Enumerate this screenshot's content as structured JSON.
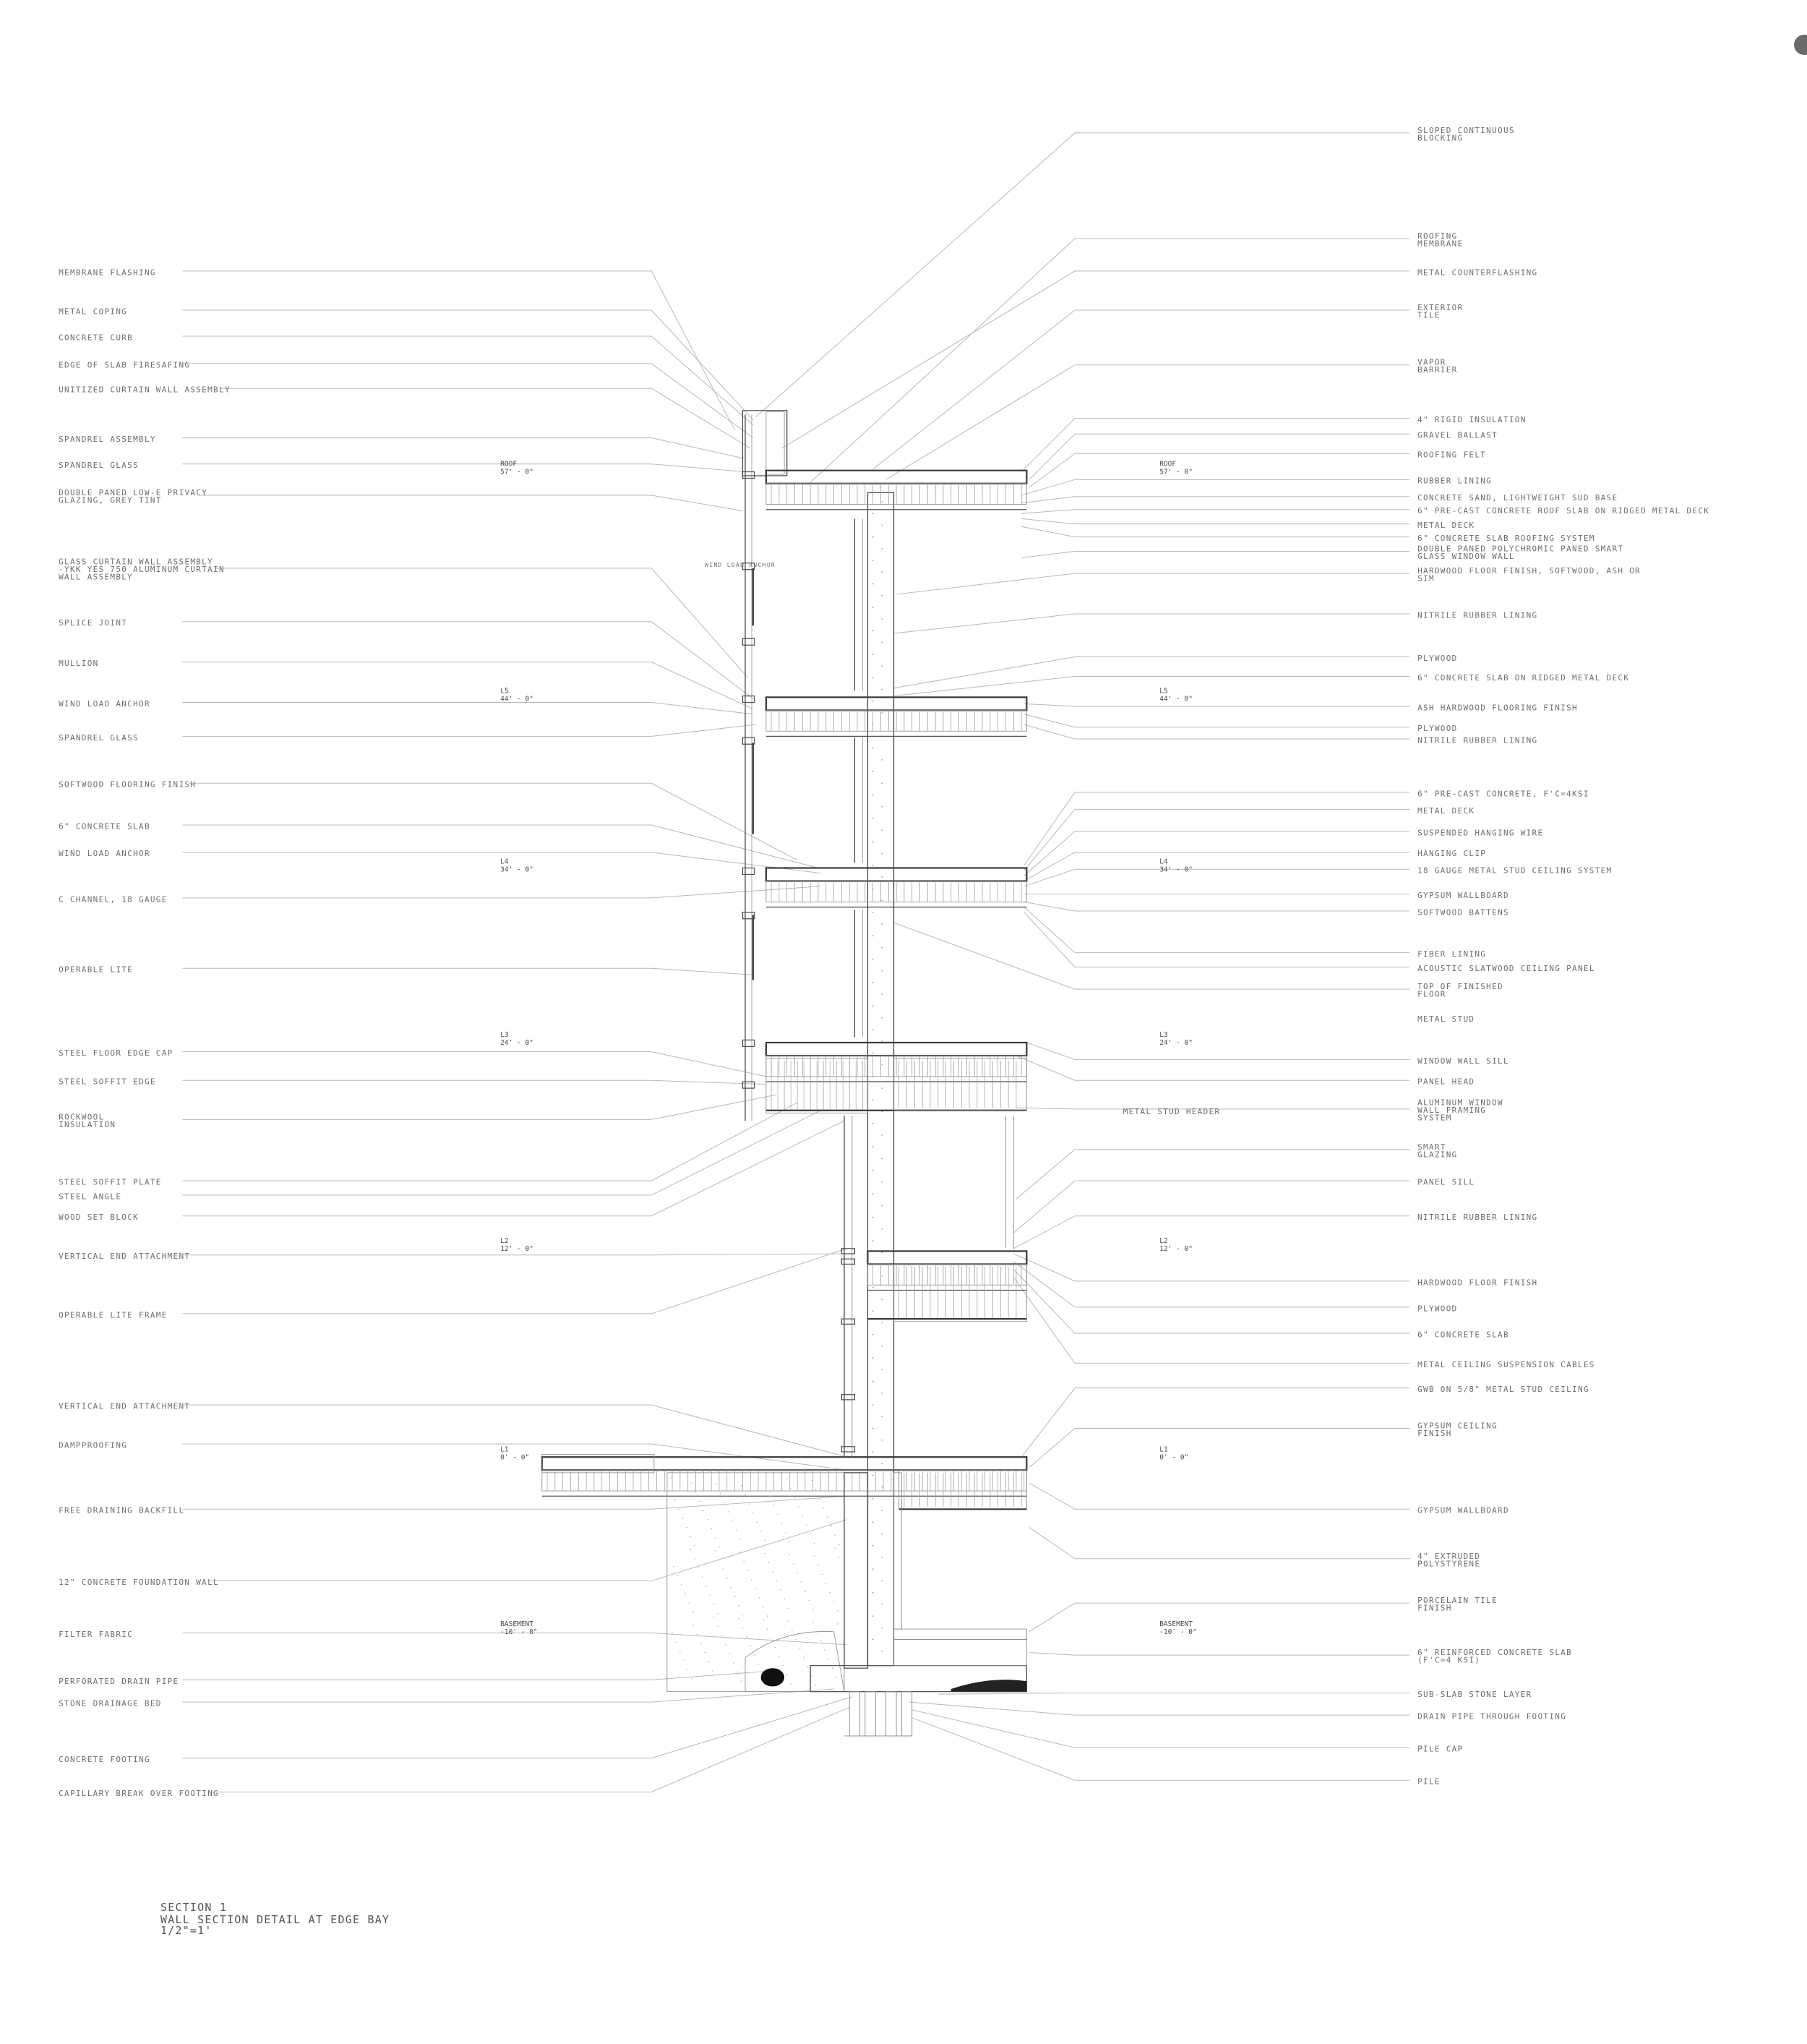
{
  "labels_left": [
    {
      "id": "membrane-flashing",
      "text": "MEMBRANE FLASHING"
    },
    {
      "id": "metal-coping",
      "text": "METAL COPING"
    },
    {
      "id": "concrete-curb",
      "text": "CONCRETE CURB"
    },
    {
      "id": "edge-of-slab-firesafing",
      "text": "EDGE OF SLAB FIRESAFING"
    },
    {
      "id": "unitized-curtain-wall",
      "text": "UNITIZED CURTAIN WALL ASSEMBLY"
    },
    {
      "id": "spandrel-assembly",
      "text": "SPANDREL ASSEMBLY"
    },
    {
      "id": "spandrel-glass-1",
      "text": "SPANDREL GLASS"
    },
    {
      "id": "double-paned-low-e",
      "text": "DOUBLE PANED LOW-E PRIVACY\nGLAZING, GREY TINT"
    },
    {
      "id": "glass-curtain-wall",
      "text": "GLASS CURTAIN WALL ASSEMBLY\n-YKK YES 750 ALUMINUM CURTAIN\nWALL ASSEMBLY"
    },
    {
      "id": "splice-joint",
      "text": "SPLICE JOINT"
    },
    {
      "id": "mullion",
      "text": "MULLION"
    },
    {
      "id": "wind-load-anchor-1",
      "text": "WIND LOAD ANCHOR"
    },
    {
      "id": "spandrel-glass-2",
      "text": "SPANDREL GLASS"
    },
    {
      "id": "softwood-flooring-finish",
      "text": "SOFTWOOD FLOORING FINISH"
    },
    {
      "id": "concrete-slab-6-left",
      "text": "6\" CONCRETE SLAB"
    },
    {
      "id": "wind-load-anchor-2",
      "text": "WIND LOAD ANCHOR"
    },
    {
      "id": "c-channel",
      "text": "C CHANNEL, 18 GAUGE"
    },
    {
      "id": "operable-lite",
      "text": "OPERABLE LITE"
    },
    {
      "id": "steel-floor-edge-cap",
      "text": "STEEL FLOOR EDGE CAP"
    },
    {
      "id": "steel-soffit-edge",
      "text": "STEEL SOFFIT EDGE"
    },
    {
      "id": "rockwool-insulation",
      "text": "ROCKWOOL\nINSULATION"
    },
    {
      "id": "steel-soffit-plate",
      "text": "STEEL SOFFIT PLATE"
    },
    {
      "id": "steel-angle",
      "text": "STEEL ANGLE"
    },
    {
      "id": "wood-set-block",
      "text": "WOOD SET BLOCK"
    },
    {
      "id": "vertical-end-attachment-1",
      "text": "VERTICAL END ATTACHMENT"
    },
    {
      "id": "operable-lite-frame",
      "text": "OPERABLE LITE FRAME"
    },
    {
      "id": "vertical-end-attachment-2",
      "text": "VERTICAL END ATTACHMENT"
    },
    {
      "id": "dampproofing",
      "text": "DAMPPROOFING"
    },
    {
      "id": "free-draining-backfill",
      "text": "FREE DRAINING BACKFILL"
    },
    {
      "id": "concrete-foundation-wall",
      "text": "12\" CONCRETE FOUNDATION WALL"
    },
    {
      "id": "filter-fabric",
      "text": "FILTER FABRIC"
    },
    {
      "id": "perforated-drain-pipe",
      "text": "PERFORATED DRAIN PIPE"
    },
    {
      "id": "stone-drainage-bed",
      "text": "STONE DRAINAGE BED"
    },
    {
      "id": "concrete-footing",
      "text": "CONCRETE FOOTING"
    },
    {
      "id": "capillary-break",
      "text": "CAPILLARY BREAK OVER FOOTING"
    }
  ],
  "labels_right": [
    {
      "id": "sloped-continuous-blocking",
      "text": "SLOPED CONTINUOUS\nBLOCKING"
    },
    {
      "id": "roofing-membrane",
      "text": "ROOFING\nMEMBRANE"
    },
    {
      "id": "metal-counterflashing",
      "text": "METAL COUNTERFLASHING"
    },
    {
      "id": "exterior-tile",
      "text": "EXTERIOR\nTILE"
    },
    {
      "id": "vapor-barrier",
      "text": "VAPOR\nBARRIER"
    },
    {
      "id": "rigid-insulation",
      "text": "4\" RIGID INSULATION"
    },
    {
      "id": "gravel-ballast",
      "text": "GRAVEL BALLAST"
    },
    {
      "id": "roofing-felt",
      "text": "ROOFING FELT"
    },
    {
      "id": "rubber-lining",
      "text": "RUBBER LINING"
    },
    {
      "id": "concrete-sand",
      "text": "CONCRETE SAND, LIGHTWEIGHT SUD BASE"
    },
    {
      "id": "precast-roof-slab",
      "text": "6\" PRE-CAST CONCRETE ROOF SLAB ON RIDGED METAL DECK"
    },
    {
      "id": "metal-deck-1",
      "text": "METAL DECK"
    },
    {
      "id": "concrete-slab-roofing",
      "text": "6\" CONCRETE SLAB ROOFING SYSTEM"
    },
    {
      "id": "double-paned-polychromic",
      "text": "DOUBLE PANED POLYCHROMIC PANED SMART\nGLASS WINDOW WALL"
    },
    {
      "id": "hardwood-floor-finish-1",
      "text": "HARDWOOD FLOOR FINISH, SOFTWOOD, ASH OR\nSIM"
    },
    {
      "id": "nitrile-rubber-lining-1",
      "text": "NITRILE RUBBER LINING"
    },
    {
      "id": "plywood-1",
      "text": "PLYWOOD"
    },
    {
      "id": "concrete-slab-ridged",
      "text": "6\" CONCRETE SLAB ON RIDGED METAL DECK"
    },
    {
      "id": "ash-hardwood-flooring",
      "text": "ASH HARDWOOD FLOORING FINISH"
    },
    {
      "id": "plywood-2",
      "text": "PLYWOOD"
    },
    {
      "id": "nitrile-rubber-lining-2",
      "text": "NITRILE RUBBER LINING"
    },
    {
      "id": "precast-concrete-fc",
      "text": "6\" PRE-CAST CONCRETE, F'C=4KSI"
    },
    {
      "id": "metal-deck-2",
      "text": "METAL DECK"
    },
    {
      "id": "suspended-hanging-wire",
      "text": "SUSPENDED HANGING WIRE"
    },
    {
      "id": "hanging-clip",
      "text": "HANGING CLIP"
    },
    {
      "id": "metal-stud-ceiling",
      "text": "18 GAUGE METAL STUD CEILING SYSTEM"
    },
    {
      "id": "gypsum-wallboard-1",
      "text": "GYPSUM WALLBOARD"
    },
    {
      "id": "softwood-battens",
      "text": "SOFTWOOD BATTENS"
    },
    {
      "id": "fiber-lining",
      "text": "FIBER LINING"
    },
    {
      "id": "acoustic-slatwood",
      "text": "ACOUSTIC SLATWOOD CEILING PANEL"
    },
    {
      "id": "top-of-finished-floor",
      "text": "TOP OF FINISHED\nFLOOR"
    },
    {
      "id": "metal-stud",
      "text": "METAL STUD"
    },
    {
      "id": "window-wall-sill",
      "text": "WINDOW WALL SILL"
    },
    {
      "id": "panel-head",
      "text": "PANEL HEAD"
    },
    {
      "id": "aluminum-window-wall",
      "text": "ALUMINUM WINDOW\nWALL FRAMING\nSYSTEM"
    },
    {
      "id": "smart-glazing",
      "text": "SMART\nGLAZING"
    },
    {
      "id": "panel-sill",
      "text": "PANEL SILL"
    },
    {
      "id": "nitrile-rubber-lining-3",
      "text": "NITRILE RUBBER LINING"
    },
    {
      "id": "hardwood-floor-finish-2",
      "text": "HARDWOOD FLOOR FINISH"
    },
    {
      "id": "plywood-3",
      "text": "PLYWOOD"
    },
    {
      "id": "concrete-slab-6-right",
      "text": "6\" CONCRETE SLAB"
    },
    {
      "id": "metal-ceiling-cables",
      "text": "METAL CEILING SUSPENSION CABLES"
    },
    {
      "id": "gwb-metal-stud",
      "text": "GWB ON 5/8\" METAL STUD CEILING"
    },
    {
      "id": "gypsum-ceiling-finish",
      "text": "GYPSUM CEILING\nFINISH"
    },
    {
      "id": "gypsum-wallboard-2",
      "text": "GYPSUM WALLBOARD"
    },
    {
      "id": "extruded-polystyrene",
      "text": "4\" EXTRUDED\nPOLYSTYRENE"
    },
    {
      "id": "porcelain-tile",
      "text": "PORCELAIN TILE\nFINISH"
    },
    {
      "id": "reinforced-concrete-slab",
      "text": "6\" REINFORCED CONCRETE SLAB\n(F'C=4 KSI)"
    },
    {
      "id": "sub-slab-stone",
      "text": "SUB-SLAB STONE LAYER"
    },
    {
      "id": "drain-pipe-footing",
      "text": "DRAIN PIPE THROUGH FOOTING"
    },
    {
      "id": "pile-cap",
      "text": "PILE CAP"
    },
    {
      "id": "pile",
      "text": "PILE"
    }
  ],
  "labels_inner": [
    {
      "id": "wind-load-anchor-inner",
      "text": "WIND LOAD ANCHOR"
    },
    {
      "id": "metal-stud-header",
      "text": "METAL STUD HEADER"
    }
  ],
  "levels": [
    {
      "id": "roof",
      "name": "ROOF",
      "elev": "57' - 0\""
    },
    {
      "id": "l5",
      "name": "L5",
      "elev": "44' - 0\""
    },
    {
      "id": "l4",
      "name": "L4",
      "elev": "34' - 0\""
    },
    {
      "id": "l3",
      "name": "L3",
      "elev": "24' - 0\""
    },
    {
      "id": "l2",
      "name": "L2",
      "elev": "12' - 0\""
    },
    {
      "id": "l1",
      "name": "L1",
      "elev": "0' - 0\""
    },
    {
      "id": "basement",
      "name": "BASEMENT",
      "elev": "-10' - 0\""
    }
  ],
  "caption": {
    "line1": "SECTION 1",
    "line2": "WALL SECTION DETAIL AT EDGE BAY",
    "line3": "1/2\"=1'"
  }
}
